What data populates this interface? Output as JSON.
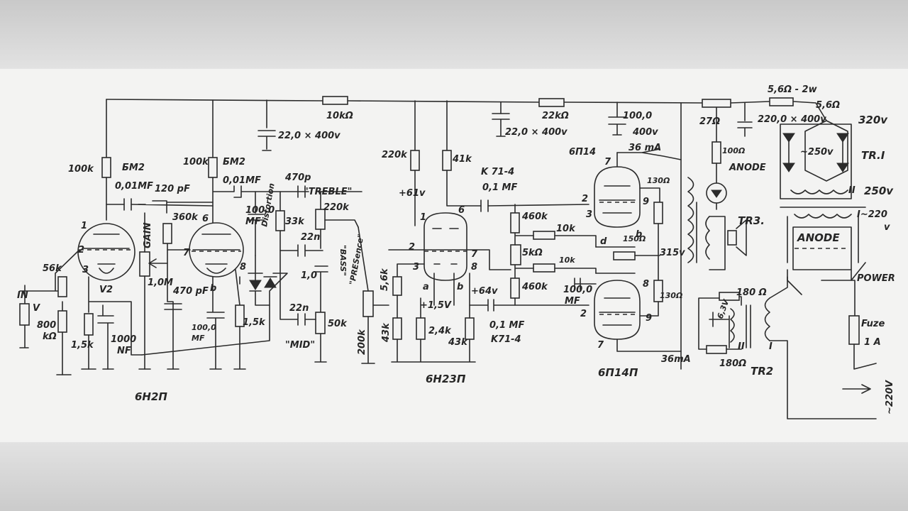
{
  "labels": {
    "r_10k": "10kΩ",
    "r_22k": "22kΩ",
    "r_27": "27Ω",
    "r_56_2w": "5,6Ω - 2w",
    "r_56": "5,6Ω",
    "v_320": "320v",
    "c_22_400_a": "22,0 × 400v",
    "c_22_400_b": "22,0 × 400v",
    "c_100_400": "100,0",
    "c_100_400_v": "400v",
    "c_220_400": "220,0 × 400v",
    "r_100k_a": "100k",
    "bm2_a": "БМ2",
    "c_001_a": "0,01MF",
    "c_120pf": "120 pF",
    "r_100k_b": "100k",
    "bm2_b": "БМ2",
    "c_001_b": "0,01MF",
    "c_470p": "470p",
    "treble": "\"TREBLE\"",
    "r_220k_tr": "220k",
    "r_360k": "360k",
    "gain": "GAIN",
    "r_1m": "1,0M",
    "c_470pf": "470 pF",
    "c_100mf_a": "100,0",
    "mf_a": "MF",
    "r_15k_a": "1,5k",
    "r_15k_b": "1,5k",
    "c_1000": "1000",
    "nf": "NF",
    "r_56k": "56k",
    "r_800k": "800",
    "kohm": "kΩ",
    "in": "IN",
    "in_v": "V",
    "v2": "V2",
    "pin1_a": "1",
    "pin2_a": "2",
    "pin3_a": "3",
    "pin6_b": "6",
    "pin7_b": "7",
    "pin8_b": "8",
    "pin_b": "b",
    "c_100_dist": "100,0",
    "c_100_mf": "MF",
    "distortion": "Distortion",
    "r_33k": "33k",
    "c_22n_a": "22n",
    "c_10": "1,0",
    "bass": "\"BASS\"",
    "c_22n_b": "22n",
    "mid": "\"MID\"",
    "r_50k": "50k",
    "presence": "\"PRESence\"",
    "r_200k": "200k",
    "r_220k_c": "220k",
    "r_41k": "41k",
    "v_61": "+61v",
    "k71_a": "K 71-4",
    "c_01_a": "0,1 MF",
    "pin1_c": "1",
    "pin6_c": "6",
    "pin2_c": "2",
    "pin7_c": "7",
    "pin3_c": "3",
    "pin8_c": "8",
    "pin_a": "a",
    "pin_b2": "b",
    "r_56k_c": "5,6k",
    "v_15": "+1,5V",
    "v_64": "+64v",
    "r_43k_a": "43k",
    "r_24k": "2,4k",
    "r_43k_b": "43k",
    "c_01_b": "0,1 MF",
    "k71_b": "K71-4",
    "tube_a": "6Н2П",
    "tube_b": "6Н23П",
    "tube_c": "6П14П",
    "r_460k_a": "460k",
    "r_10k_a": "10k",
    "r_5k": "5kΩ",
    "r_10k_b": "10k",
    "r_460k_b": "460k",
    "c_100_out": "100,0",
    "c_100_outmf": "MF",
    "p6p14": "6П14",
    "ma_36_a": "36 mA",
    "ma_36_b": "36mA",
    "pin7_d": "7",
    "pin2_d": "2",
    "pin3_d": "3",
    "pin9_d": "9",
    "pin8_d": "8",
    "pin2_e": "2",
    "pin9_e": "9",
    "pin7_e": "7",
    "r_130_a": "130Ω",
    "r_150": "150Ω",
    "r_130_b": "130Ω",
    "v_315": "315v",
    "d_a": "d",
    "b_a": "b",
    "r_100ohm": "100Ω",
    "anode_led": "ANODE",
    "tr3": "TR3.",
    "r_180_a": "180 Ω",
    "r_180_b": "180Ω",
    "v_63": "6,3V",
    "tr2": "TR2",
    "tr2_i": "I",
    "tr2_ii": "II",
    "v_250": "~250v",
    "tr1": "TR.I",
    "tr1_ii": "II",
    "v_250b": "250v",
    "tr1_i": "I~220",
    "tr1_v": "v",
    "anode_sw": "ANODE",
    "power": "POWER",
    "fuze": "Fuze",
    "fuze_a": "1 A",
    "mains": "~220V"
  }
}
